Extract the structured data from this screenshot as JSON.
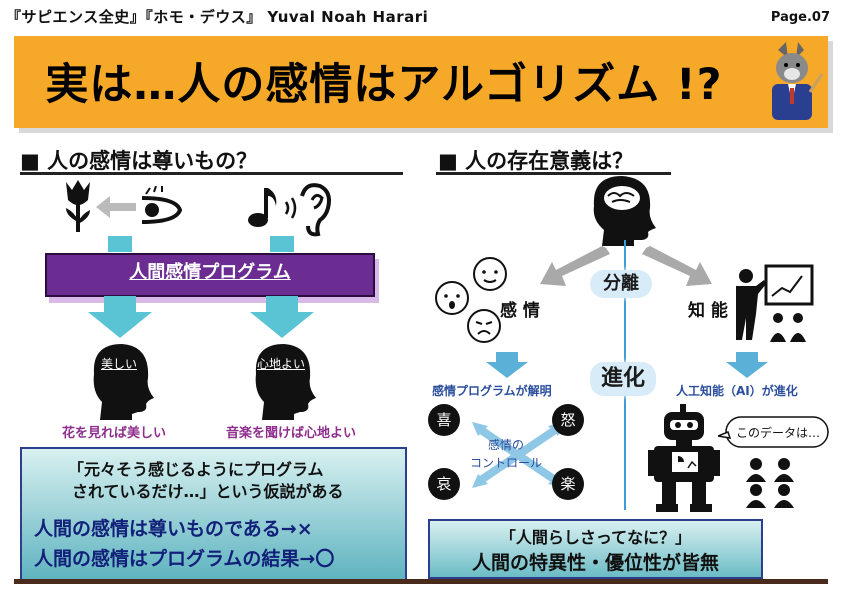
{
  "header": {
    "book_titles": "『サピエンス全史』『ホモ・デウス』 Yuval Noah Harari",
    "page": "Page.07"
  },
  "banner": {
    "title": "実は…人の感情はアルゴリズム !?"
  },
  "left": {
    "heading": "■ 人の感情は尊いもの？",
    "program_label": "人間感情プログラム",
    "head1_label": "美しい",
    "head2_label": "心地よい",
    "caption1": "花を見れば美しい",
    "caption2": "音楽を聞けば心地よい",
    "box_line1": "「元々そう感じるようにプログラム",
    "box_line2": "されているだけ…」という仮説がある",
    "box_line3": "人間の感情は尊いものである→×",
    "box_line4": "人間の感情はプログラムの結果→〇"
  },
  "right": {
    "heading": "■ 人の存在意義は？",
    "separation": "分離",
    "emotion": "感 情",
    "intelligence": "知 能",
    "evolution": "進化",
    "emotion_caption": "感情プログラムが解明",
    "ai_caption": "人工知能（AI）が進化",
    "joy": "喜",
    "anger": "怒",
    "sorrow": "哀",
    "pleasure": "楽",
    "control_line1": "感情の",
    "control_line2": "コントロール",
    "speech": "このデータは…",
    "box_line1": "「人間らしさってなに？」",
    "box_line2": "人間の特異性・優位性が皆無"
  },
  "colors": {
    "banner": "#f6a928",
    "program": "#6b2d91",
    "arrow": "#5bc4d4",
    "box_border": "#2b3f8e"
  }
}
